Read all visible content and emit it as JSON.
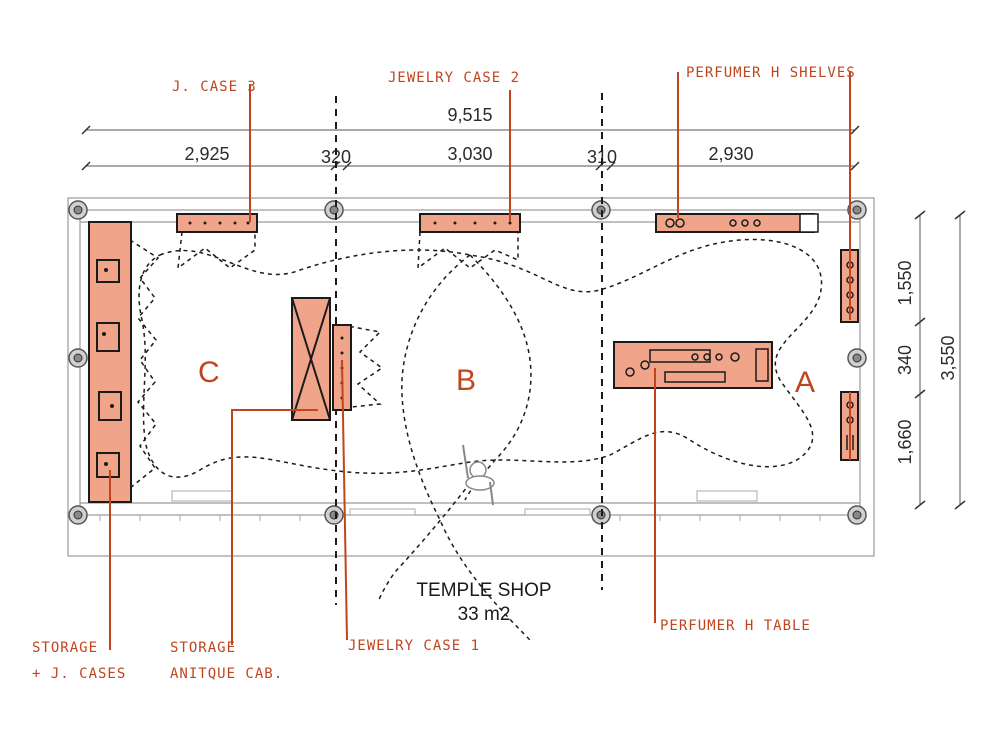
{
  "plan": {
    "title": "TEMPLE SHOP",
    "area": "33 m2",
    "zones": {
      "a": "A",
      "b": "B",
      "c": "C"
    }
  },
  "dimensions": {
    "overall": "9,515",
    "segments": [
      "2,925",
      "320",
      "3,030",
      "310",
      "2,930"
    ],
    "right_segments": [
      "1,550",
      "340",
      "1,660"
    ],
    "right_overall": "3,550"
  },
  "labels": {
    "j_case_3": "J. CASE 3",
    "jewelry_case_2": "JEWELRY CASE 2",
    "perfumer_shelves": "PERFUMER H SHELVES",
    "storage_j_cases_1": "STORAGE",
    "storage_j_cases_2": "+ J. CASES",
    "storage_antique_1": "STORAGE",
    "storage_antique_2": "ANITQUE CAB.",
    "jewelry_case_1": "JEWELRY CASE 1",
    "perfumer_table": "PERFUMER H TABLE"
  },
  "colors": {
    "accent": "#c0451f",
    "furniture_fill": "#f0a58a",
    "ink": "#1b1b1b"
  }
}
